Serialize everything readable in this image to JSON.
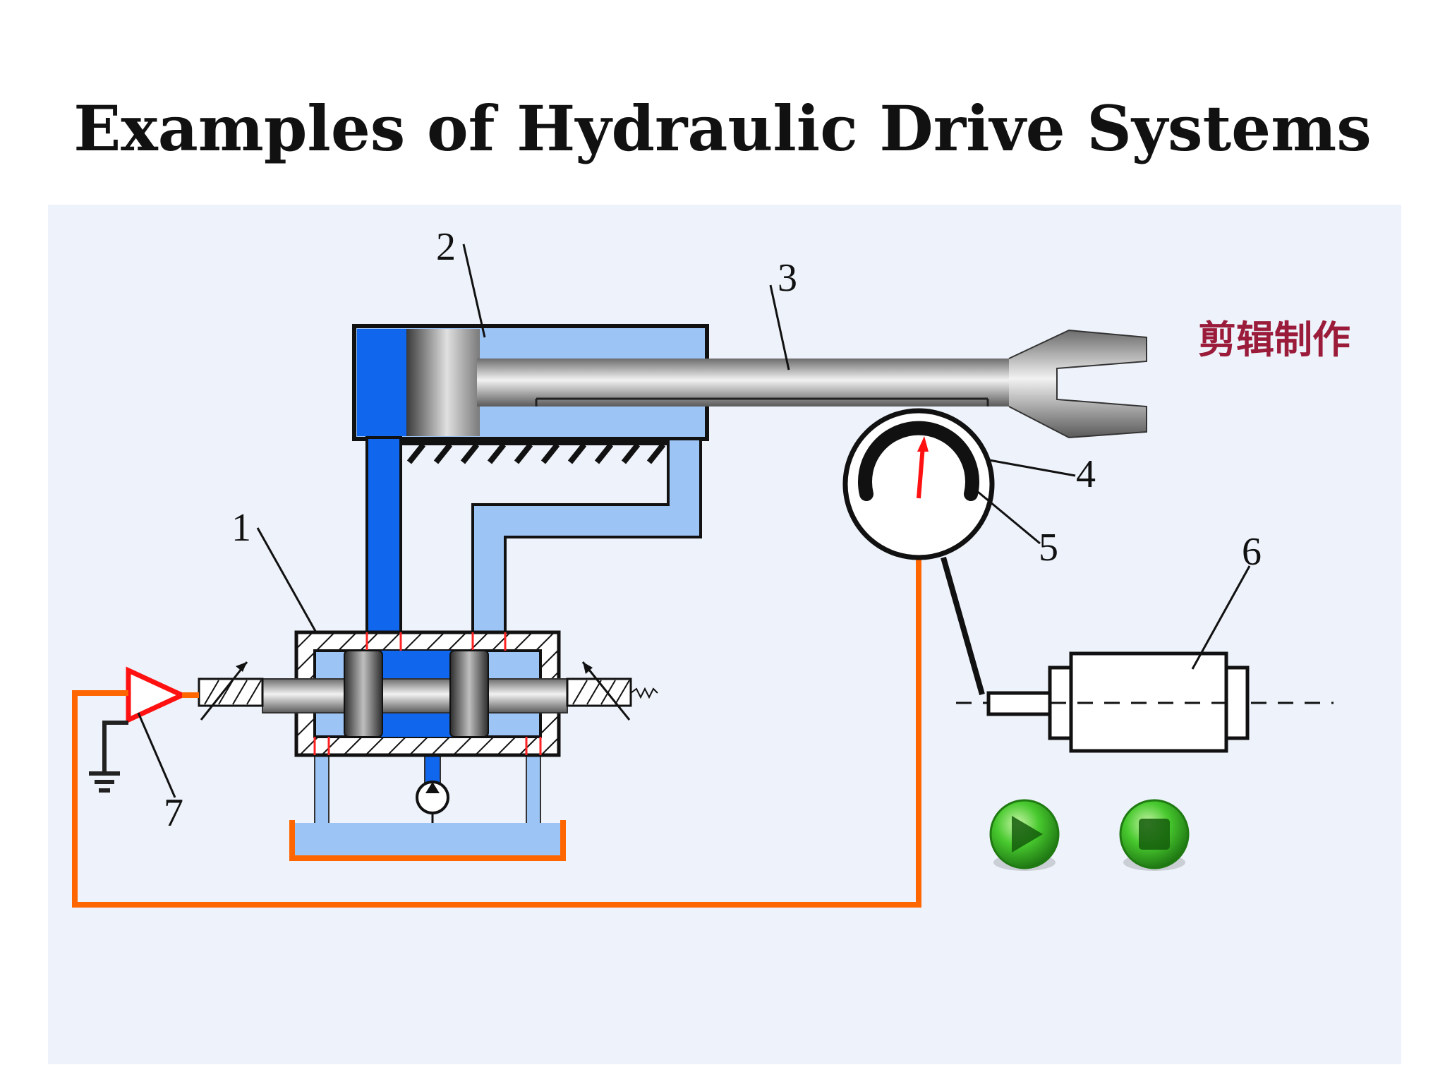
{
  "title": "Examples of Hydraulic Drive Systems",
  "watermark": "剪辑制作",
  "callouts": [
    "1",
    "2",
    "3",
    "4",
    "5",
    "6",
    "7"
  ],
  "controls": {
    "play_icon": "play-icon",
    "stop_icon": "stop-icon"
  },
  "colors": {
    "background": "#eef3fb",
    "dark_oil": "#1166ee",
    "light_oil": "#9cc4f5",
    "wire": "#ff6600",
    "amplifier": "#ff1111",
    "gauge_needle": "#ff1111",
    "button_green": "#35b41f"
  }
}
